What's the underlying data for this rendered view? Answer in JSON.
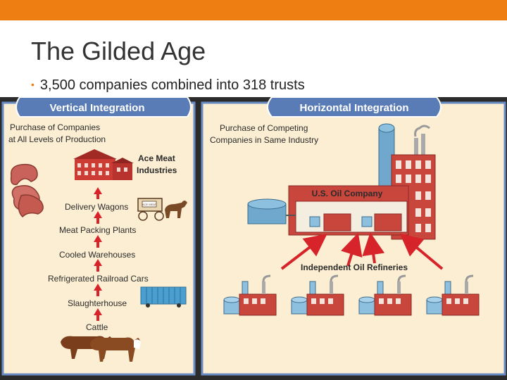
{
  "slide": {
    "title": "The Gilded Age",
    "bullet": "3,500 companies combined into 318 trusts"
  },
  "colors": {
    "accent": "#ee7e12",
    "panel_bg": "#fbeed2",
    "header_blue": "#5a7cb6",
    "arrow_red": "#d7232a",
    "factory_red": "#c9463c"
  },
  "vertical": {
    "header": "Vertical Integration",
    "caption_line1": "Purchase of Companies",
    "caption_line2": "at All Levels of Production",
    "company_line1": "Ace Meat",
    "company_line2": "Industries",
    "steps": [
      "Delivery Wagons",
      "Meat Packing Plants",
      "Cooled Warehouses",
      "Refrigerated Railroad Cars",
      "Slaughterhouse",
      "Cattle"
    ],
    "wagon_sign": "ACE MEAT"
  },
  "horizontal": {
    "header": "Horizontal Integration",
    "caption_line1": "Purchase of Competing",
    "caption_line2": "Companies in Same Industry",
    "company": "U.S. Oil Company",
    "refineries_label": "Independent Oil Refineries"
  },
  "icons": [
    "meat-icon",
    "factory-icon",
    "wagon-icon",
    "horse-icon",
    "railcar-icon",
    "cattle-icon",
    "oil-tower-icon",
    "oil-tank-icon",
    "refinery-icon"
  ]
}
